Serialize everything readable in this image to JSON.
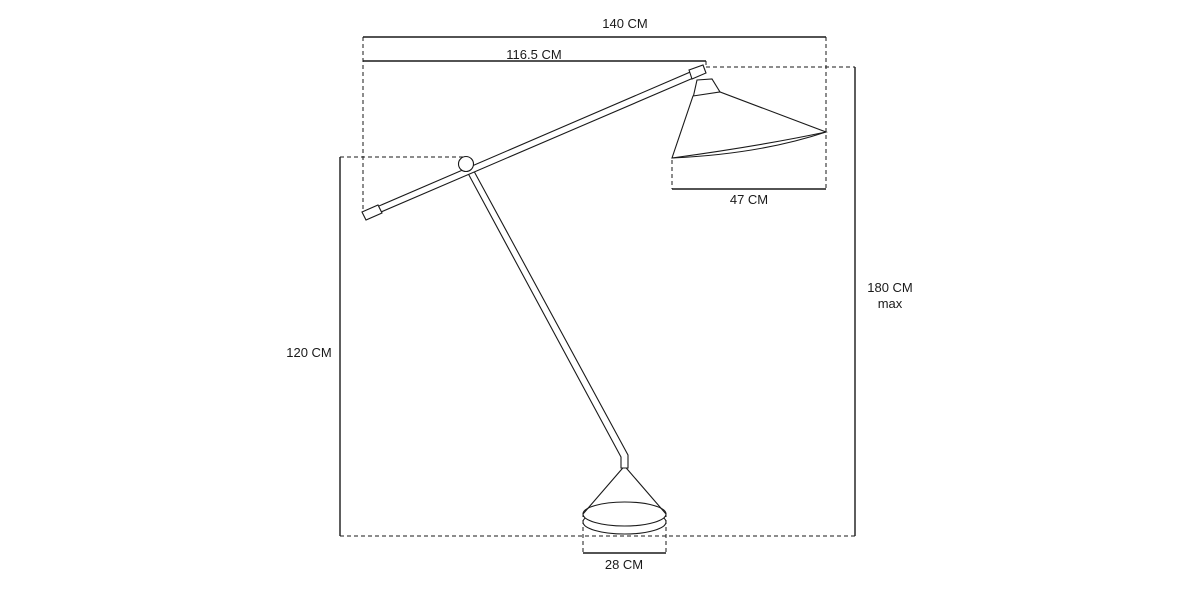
{
  "diagram": {
    "subject": "floor-lamp-dimensions",
    "labels": {
      "overall_width": "140 CM",
      "arm_length": "116.5 CM",
      "shade_width": "47 CM",
      "max_height_line1": "180 CM",
      "max_height_line2": "max",
      "pivot_height": "120 CM",
      "base_width": "28 CM"
    },
    "line_color": "#1a1a1a",
    "background": "#ffffff"
  }
}
